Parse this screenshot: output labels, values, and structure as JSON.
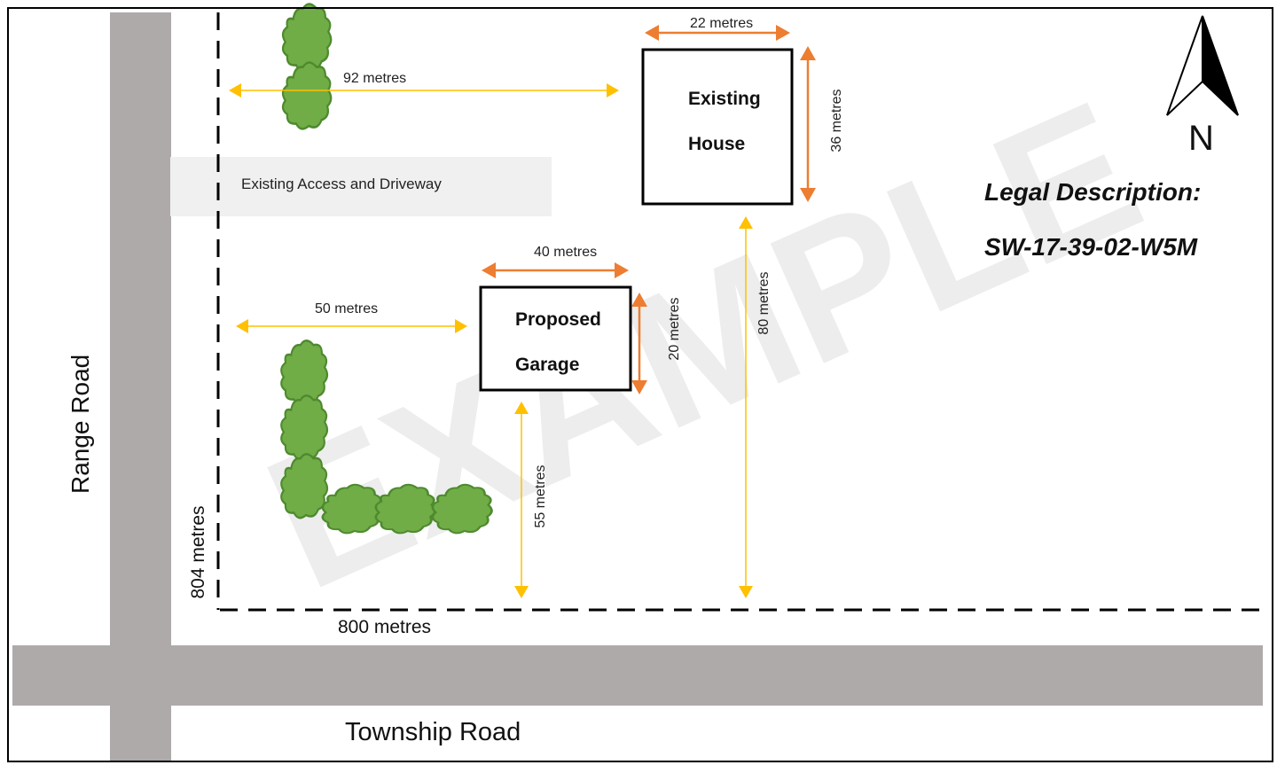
{
  "roads": {
    "range_road": "Range Road",
    "township_road": "Township Road"
  },
  "driveway": {
    "label": "Existing Access and Driveway"
  },
  "buildings": {
    "house": {
      "line1": "Existing",
      "line2": "House"
    },
    "garage": {
      "line1": "Proposed",
      "line2": "Garage"
    }
  },
  "dimensions": {
    "house_width": "22 metres",
    "house_depth": "36 metres",
    "house_to_west": "92 metres",
    "house_to_south": "80 metres",
    "garage_width": "40 metres",
    "garage_depth": "20 metres",
    "garage_to_west": "50 metres",
    "garage_to_south": "55 metres",
    "parcel_west": "804 metres",
    "parcel_south": "800 metres"
  },
  "legal": {
    "heading": "Legal Description:",
    "value": "SW-17-39-02-W5M"
  },
  "north": {
    "label": "N"
  },
  "watermark": "EXAMPLE",
  "colors": {
    "road": "#aeaaaa",
    "driveway": "#f0f0f0",
    "yellow_arrow": "#ffc000",
    "orange_arrow": "#ed7d31",
    "tree_fill": "#70ad47",
    "tree_stroke": "#4e8a2e"
  }
}
